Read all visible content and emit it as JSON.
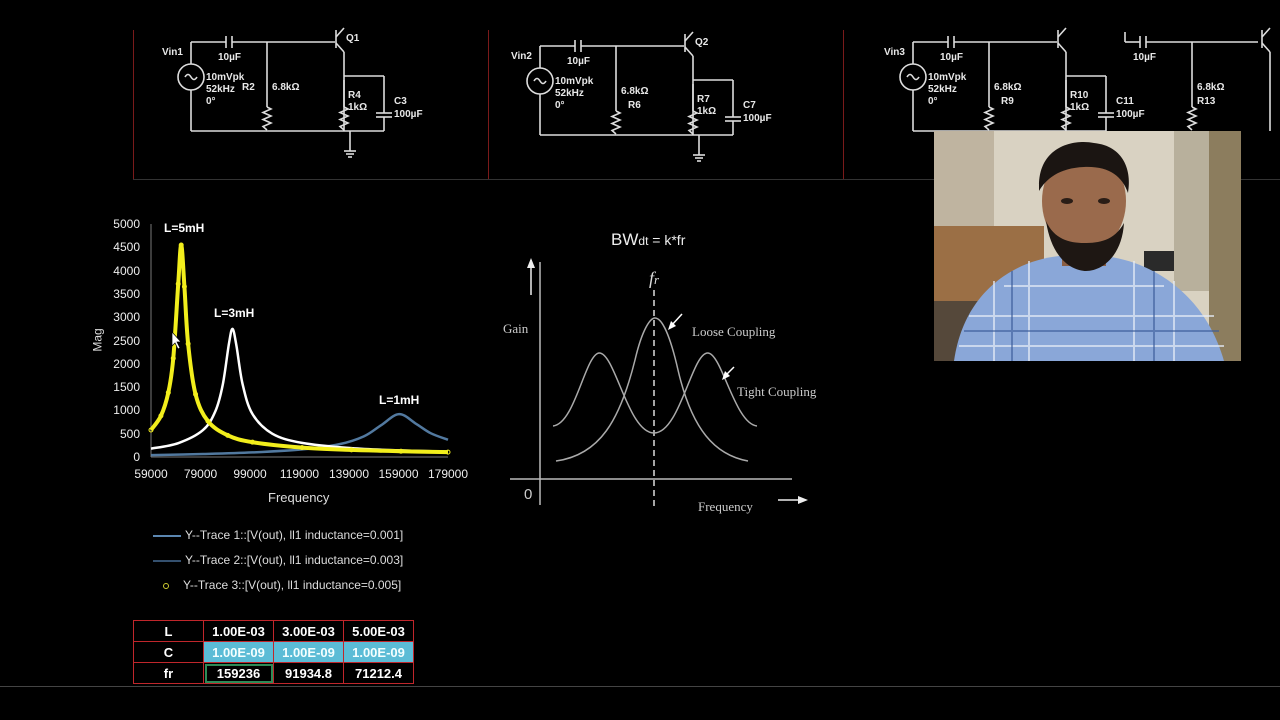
{
  "circuits": [
    {
      "source": "Vin1",
      "source_spec": [
        "10mVpk",
        "52kHz",
        "0°"
      ],
      "coupling_cap": "10µF",
      "base_res_name": "R2",
      "base_res_value": "6.8kΩ",
      "transistor": "Q1",
      "emitter_res_name": "R4",
      "emitter_res_value": "1kΩ",
      "bypass_cap_name": "C3",
      "bypass_cap_value": "100µF"
    },
    {
      "source": "Vin2",
      "source_spec": [
        "10mVpk",
        "52kHz",
        "0°"
      ],
      "coupling_cap": "10µF",
      "base_res_name": "R6",
      "base_res_value": "6.8kΩ",
      "transistor": "Q2",
      "emitter_res_name": "R7",
      "emitter_res_value": "1kΩ",
      "bypass_cap_name": "C7",
      "bypass_cap_value": "100µF"
    },
    {
      "source": "Vin3",
      "source_spec": [
        "10mVpk",
        "52kHz",
        "0°"
      ],
      "coupling_cap": "10µF",
      "base_res_name": "R9",
      "base_res_value": "6.8kΩ",
      "emitter_res_name": "R10",
      "emitter_res_value": "1kΩ",
      "bypass_cap_name": "C11",
      "bypass_cap_value": "100µF",
      "coupling_cap_2": "10µF",
      "base_res_2_name": "R13",
      "base_res_2_value": "6.8kΩ"
    }
  ],
  "chart_data": {
    "type": "line",
    "xlabel": "Frequency",
    "ylabel": "Mag",
    "xlim": [
      59000,
      179000
    ],
    "ylim": [
      0,
      5000
    ],
    "xticks": [
      59000,
      79000,
      99000,
      119000,
      139000,
      159000,
      179000
    ],
    "yticks": [
      0,
      500,
      1000,
      1500,
      2000,
      2500,
      3000,
      3500,
      4000,
      4500,
      5000
    ],
    "grid": false,
    "legend_position": "bottom",
    "annotations": [
      "L=5mH",
      "L=3mH",
      "L=1mH"
    ],
    "series": [
      {
        "name": "Y--Trace 1::[V(out), ll1 inductance=0.001]",
        "color": "#5b86b0",
        "marker": "line",
        "x": [
          59000,
          80000,
          100000,
          120000,
          135000,
          145000,
          152000,
          159236,
          166000,
          172000,
          179000
        ],
        "y": [
          41,
          64,
          98,
          163,
          273,
          443,
          683,
          920,
          716,
          511,
          370
        ]
      },
      {
        "name": "Y--Trace 2::[V(out), ll1 inductance=0.003]",
        "color": "#ffffff",
        "marker": "line",
        "x": [
          59000,
          70000,
          80000,
          85000,
          88000,
          90500,
          91935,
          93500,
          96000,
          100000,
          108000,
          120000,
          140000,
          160000,
          179000
        ],
        "y": [
          180,
          297,
          577,
          981,
          1553,
          2434,
          2750,
          2396,
          1565,
          922,
          501,
          304,
          190,
          141,
          115
        ]
      },
      {
        "name": "Y--Trace 3::[V(out), ll1 inductance=0.005]",
        "color": "#f2ee1c",
        "marker": "circle",
        "x": [
          59000,
          63000,
          66000,
          68000,
          70000,
          71212,
          72500,
          74000,
          77000,
          82000,
          90000,
          100000,
          120000,
          140000,
          160000,
          179000
        ],
        "y": [
          580,
          882,
          1383,
          2119,
          3715,
          4550,
          3657,
          2429,
          1347,
          769,
          465,
          318,
          202,
          152,
          123,
          104
        ]
      }
    ]
  },
  "diagram": {
    "title_main": "BW",
    "title_sub": "dt",
    "title_rest": " = k*fr",
    "y_label": "Gain",
    "x_label": "Frequency",
    "origin": "0",
    "center_label": "f",
    "center_sub": "r",
    "loose_label": "Loose Coupling",
    "tight_label": "Tight Coupling"
  },
  "table": {
    "rows": [
      {
        "label": "L",
        "values": [
          "1.00E-03",
          "3.00E-03",
          "5.00E-03"
        ]
      },
      {
        "label": "C",
        "values": [
          "1.00E-09",
          "1.00E-09",
          "1.00E-09"
        ]
      },
      {
        "label": "fr",
        "values": [
          "159236",
          "91934.8",
          "71212.4"
        ]
      }
    ]
  },
  "colors": {
    "table_border": "#c0262b",
    "table_highlight": "#5bbcd6",
    "trace1": "#5b86b0",
    "trace2": "#ffffff",
    "trace3": "#f2ee1c"
  }
}
